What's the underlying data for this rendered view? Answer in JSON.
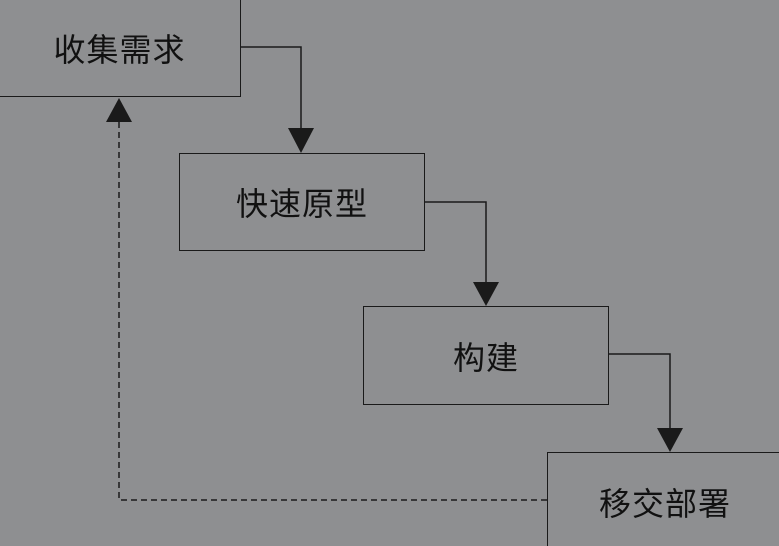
{
  "diagram": {
    "steps": [
      {
        "id": "collect",
        "label": "收集需求"
      },
      {
        "id": "proto",
        "label": "快速原型"
      },
      {
        "id": "build",
        "label": "构建"
      },
      {
        "id": "deploy",
        "label": "移交部署"
      }
    ],
    "edges": [
      {
        "from": "collect",
        "to": "proto",
        "style": "solid"
      },
      {
        "from": "proto",
        "to": "build",
        "style": "solid"
      },
      {
        "from": "build",
        "to": "deploy",
        "style": "solid"
      },
      {
        "from": "deploy",
        "to": "collect",
        "style": "dashed"
      }
    ],
    "colors": {
      "background": "#8e8f91",
      "stroke": "#1a1a1a",
      "text": "#111111"
    }
  }
}
